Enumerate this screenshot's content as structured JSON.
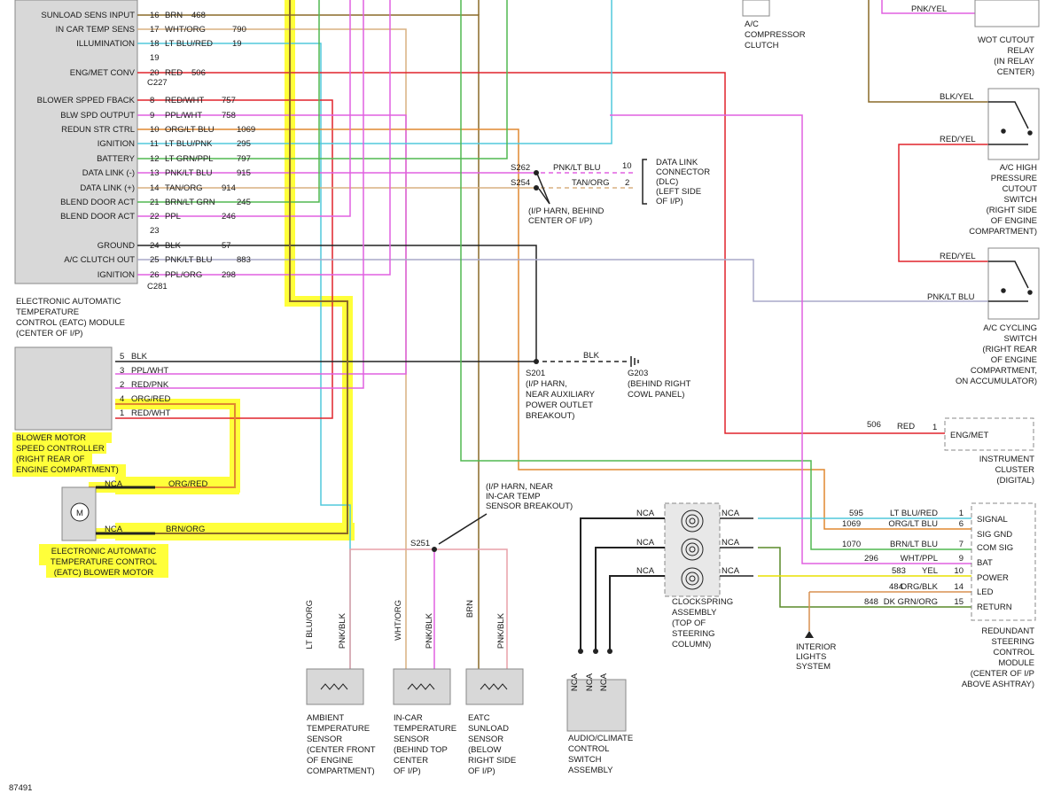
{
  "figure_id": "87491",
  "eatc_module": {
    "pins_c227": [
      {
        "name": "SUNLOAD SENS INPUT",
        "pin": "16",
        "color": "BRN",
        "circuit": "468"
      },
      {
        "name": "IN CAR TEMP SENS",
        "pin": "17",
        "color": "WHT/ORG",
        "circuit": "790"
      },
      {
        "name": "ILLUMINATION",
        "pin": "18",
        "color": "LT BLU/RED",
        "circuit": "19"
      },
      {
        "name": "",
        "pin": "19",
        "color": "",
        "circuit": ""
      },
      {
        "name": "ENG/MET CONV",
        "pin": "20",
        "color": "RED",
        "circuit": "506"
      }
    ],
    "c227_label": "C227",
    "pins_c281": [
      {
        "name": "BLOWER SPPED FBACK",
        "pin": "8",
        "color": "RED/WHT",
        "circuit": "757"
      },
      {
        "name": "BLW SPD OUTPUT",
        "pin": "9",
        "color": "PPL/WHT",
        "circuit": "758"
      },
      {
        "name": "REDUN STR CTRL",
        "pin": "10",
        "color": "ORG/LT BLU",
        "circuit": "1069"
      },
      {
        "name": "IGNITION",
        "pin": "11",
        "color": "LT BLU/PNK",
        "circuit": "295"
      },
      {
        "name": "BATTERY",
        "pin": "12",
        "color": "LT GRN/PPL",
        "circuit": "797"
      },
      {
        "name": "DATA LINK (-)",
        "pin": "13",
        "color": "PNK/LT BLU",
        "circuit": "915"
      },
      {
        "name": "DATA LINK (+)",
        "pin": "14",
        "color": "TAN/ORG",
        "circuit": "914"
      },
      {
        "name": "BLEND DOOR ACT",
        "pin": "21",
        "color": "BRN/LT GRN",
        "circuit": "245"
      },
      {
        "name": "BLEND DOOR ACT",
        "pin": "22",
        "color": "PPL",
        "circuit": "246"
      },
      {
        "name": "",
        "pin": "23",
        "color": "",
        "circuit": ""
      },
      {
        "name": "GROUND",
        "pin": "24",
        "color": "BLK",
        "circuit": "57"
      },
      {
        "name": "A/C CLUTCH OUT",
        "pin": "25",
        "color": "PNK/LT BLU",
        "circuit": "883"
      },
      {
        "name": "IGNITION",
        "pin": "26",
        "color": "PPL/ORG",
        "circuit": "298"
      }
    ],
    "c281_label": "C281",
    "caption": [
      "ELECTRONIC AUTOMATIC",
      "TEMPERATURE",
      "CONTROL (EATC) MODULE",
      "(CENTER OF I/P)"
    ]
  },
  "blower_controller": {
    "pins": [
      {
        "pin": "5",
        "color": "BLK"
      },
      {
        "pin": "3",
        "color": "PPL/WHT"
      },
      {
        "pin": "2",
        "color": "RED/PNK"
      },
      {
        "pin": "4",
        "color": "ORG/RED"
      },
      {
        "pin": "1",
        "color": "RED/WHT"
      }
    ],
    "caption": [
      "BLOWER MOTOR",
      "SPEED CONTROLLER",
      "(RIGHT REAR OF",
      "ENGINE COMPARTMENT)"
    ]
  },
  "blower_motor": {
    "symbol": "M",
    "wires": [
      {
        "nca": "NCA",
        "color": "ORG/RED"
      },
      {
        "nca": "NCA",
        "color": "BRN/ORG"
      }
    ],
    "caption": [
      "ELECTRONIC AUTOMATIC",
      "TEMPERATURE CONTROL",
      "(EATC) BLOWER MOTOR"
    ]
  },
  "compressor": {
    "caption": [
      "A/C",
      "COMPRESSOR",
      "CLUTCH"
    ]
  },
  "wot_relay": {
    "wire": "PNK/YEL",
    "caption": [
      "WOT CUTOUT",
      "RELAY",
      "(IN RELAY",
      "CENTER)"
    ]
  },
  "ac_high": {
    "wire1": "BLK/YEL",
    "wire2": "RED/YEL",
    "caption": [
      "A/C HIGH",
      "PRESSURE",
      "CUTOUT",
      "SWITCH",
      "(RIGHT SIDE",
      "OF ENGINE",
      "COMPARTMENT)"
    ]
  },
  "ac_cycling": {
    "wire1": "RED/YEL",
    "wire2": "PNK/LT BLU",
    "caption": [
      "A/C CYCLING",
      "SWITCH",
      "(RIGHT REAR",
      "OF ENGINE",
      "COMPARTMENT,",
      "ON ACCUMULATOR)"
    ]
  },
  "dlc": {
    "s262": "S262",
    "s254": "S254",
    "wire1": "PNK/LT BLU",
    "pin1": "10",
    "wire2": "TAN/ORG",
    "pin2": "2",
    "harness": [
      "(I/P HARN, BEHIND",
      "CENTER OF I/P)"
    ],
    "caption": [
      "DATA LINK",
      "CONNECTOR",
      "(DLC)",
      "(LEFT SIDE",
      "OF I/P)"
    ]
  },
  "ground": {
    "splice": "S201",
    "wire": "BLK",
    "point": "G203",
    "splice_caption": [
      "(I/P HARN,",
      "NEAR AUXILIARY",
      "POWER OUTLET",
      "BREAKOUT)"
    ],
    "point_caption": [
      "(BEHIND RIGHT",
      "COWL PANEL)"
    ]
  },
  "cluster": {
    "circuit": "506",
    "color": "RED",
    "pin": "1",
    "label": "ENG/MET",
    "caption": [
      "INSTRUMENT",
      "CLUSTER",
      "(DIGITAL)"
    ]
  },
  "s251": {
    "label": "S251",
    "caption": [
      "(I/P HARN, NEAR",
      "IN-CAR TEMP",
      "SENSOR BREAKOUT)"
    ]
  },
  "sensors": [
    {
      "wire1": "LT BLU/ORG",
      "wire2": "PNK/BLK",
      "caption": [
        "AMBIENT",
        "TEMPERATURE",
        "SENSOR",
        "(CENTER FRONT",
        "OF ENGINE",
        "COMPARTMENT)"
      ]
    },
    {
      "wire1": "WHT/ORG",
      "wire2": "PNK/BLK",
      "caption": [
        "IN-CAR",
        "TEMPERATURE",
        "SENSOR",
        "(BEHIND TOP",
        "CENTER",
        "OF I/P)"
      ]
    },
    {
      "wire1": "BRN",
      "wire2": "PNK/BLK",
      "caption": [
        "EATC",
        "SUNLOAD",
        "SENSOR",
        "(BELOW",
        "RIGHT SIDE",
        "OF I/P)"
      ]
    }
  ],
  "clockspring": {
    "nca": "NCA",
    "caption": [
      "CLOCKSPRING",
      "ASSEMBLY",
      "(TOP OF",
      "STEERING",
      "COLUMN)"
    ]
  },
  "audio_switch": {
    "nca": "NCA",
    "caption": [
      "AUDIO/CLIMATE",
      "CONTROL",
      "SWITCH",
      "ASSEMBLY"
    ]
  },
  "interior_lights": {
    "caption": [
      "INTERIOR",
      "LIGHTS",
      "SYSTEM"
    ]
  },
  "steering_module": {
    "pins": [
      {
        "circuit": "595",
        "color": "LT BLU/RED",
        "pin": "1",
        "name": "SIGNAL"
      },
      {
        "circuit": "1069",
        "color": "ORG/LT BLU",
        "pin": "6",
        "name": "SIG GND"
      },
      {
        "circuit": "1070",
        "color": "BRN/LT BLU",
        "pin": "7",
        "name": "COM SIG"
      },
      {
        "circuit": "296",
        "color": "WHT/PPL",
        "pin": "9",
        "name": "BAT"
      },
      {
        "circuit": "583",
        "color": "YEL",
        "pin": "10",
        "name": "POWER"
      },
      {
        "circuit": "484",
        "color": "ORG/BLK",
        "pin": "14",
        "name": "LED"
      },
      {
        "circuit": "848",
        "color": "DK GRN/ORG",
        "pin": "15",
        "name": "RETURN"
      }
    ],
    "caption": [
      "REDUNDANT",
      "STEERING",
      "CONTROL",
      "MODULE",
      "(CENTER OF I/P",
      "ABOVE ASHTRAY)"
    ]
  },
  "colors": {
    "red": "#e0242c",
    "pink": "#e060e0",
    "lt_blu": "#50c8dc",
    "lt_grn": "#50b850",
    "orange": "#e08830",
    "tan": "#d8b080",
    "brown": "#8a6a28",
    "gray_blue": "#a8a8c8",
    "black": "#222222",
    "highlight": "#ffff3a",
    "yellow": "#e8e000",
    "dk_grn": "#5a8a28"
  }
}
